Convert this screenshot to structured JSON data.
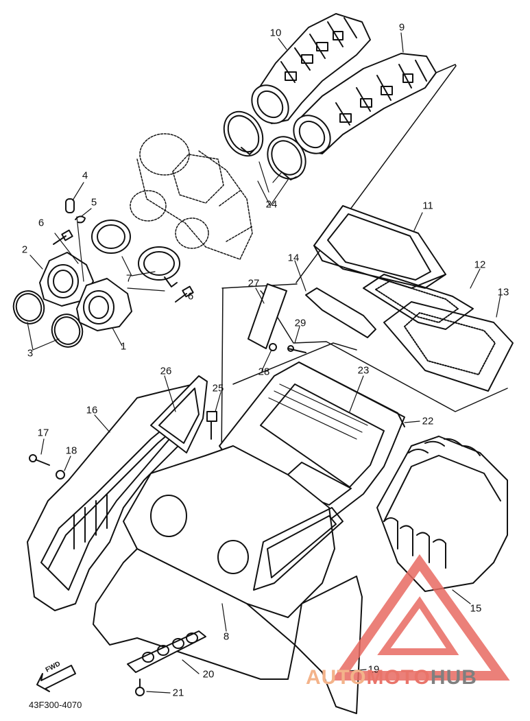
{
  "diagram": {
    "part_code": "43F300-4070",
    "direction_marker": "FWD",
    "callouts": [
      {
        "id": "1",
        "text": "1"
      },
      {
        "id": "2",
        "text": "2"
      },
      {
        "id": "3",
        "text": "3"
      },
      {
        "id": "4",
        "text": "4"
      },
      {
        "id": "5",
        "text": "5"
      },
      {
        "id": "6a",
        "text": "6"
      },
      {
        "id": "6b",
        "text": "6"
      },
      {
        "id": "7",
        "text": "7"
      },
      {
        "id": "8",
        "text": "8"
      },
      {
        "id": "9",
        "text": "9"
      },
      {
        "id": "10",
        "text": "10"
      },
      {
        "id": "11",
        "text": "11"
      },
      {
        "id": "12",
        "text": "12"
      },
      {
        "id": "13",
        "text": "13"
      },
      {
        "id": "14",
        "text": "14"
      },
      {
        "id": "15",
        "text": "15"
      },
      {
        "id": "16",
        "text": "16"
      },
      {
        "id": "17",
        "text": "17"
      },
      {
        "id": "18",
        "text": "18"
      },
      {
        "id": "19",
        "text": "19"
      },
      {
        "id": "20",
        "text": "20"
      },
      {
        "id": "21",
        "text": "21"
      },
      {
        "id": "22",
        "text": "22"
      },
      {
        "id": "23",
        "text": "23"
      },
      {
        "id": "24",
        "text": "24"
      },
      {
        "id": "25",
        "text": "25"
      },
      {
        "id": "26",
        "text": "26"
      },
      {
        "id": "27",
        "text": "27"
      },
      {
        "id": "28",
        "text": "28"
      },
      {
        "id": "29",
        "text": "29"
      }
    ]
  },
  "watermark": {
    "part1": "AUTO",
    "part2": "MOTO",
    "part3": "HUB",
    "colors": {
      "part1": "#f3b38a",
      "part2": "#e9746a",
      "part3": "#7f7f7f"
    }
  }
}
